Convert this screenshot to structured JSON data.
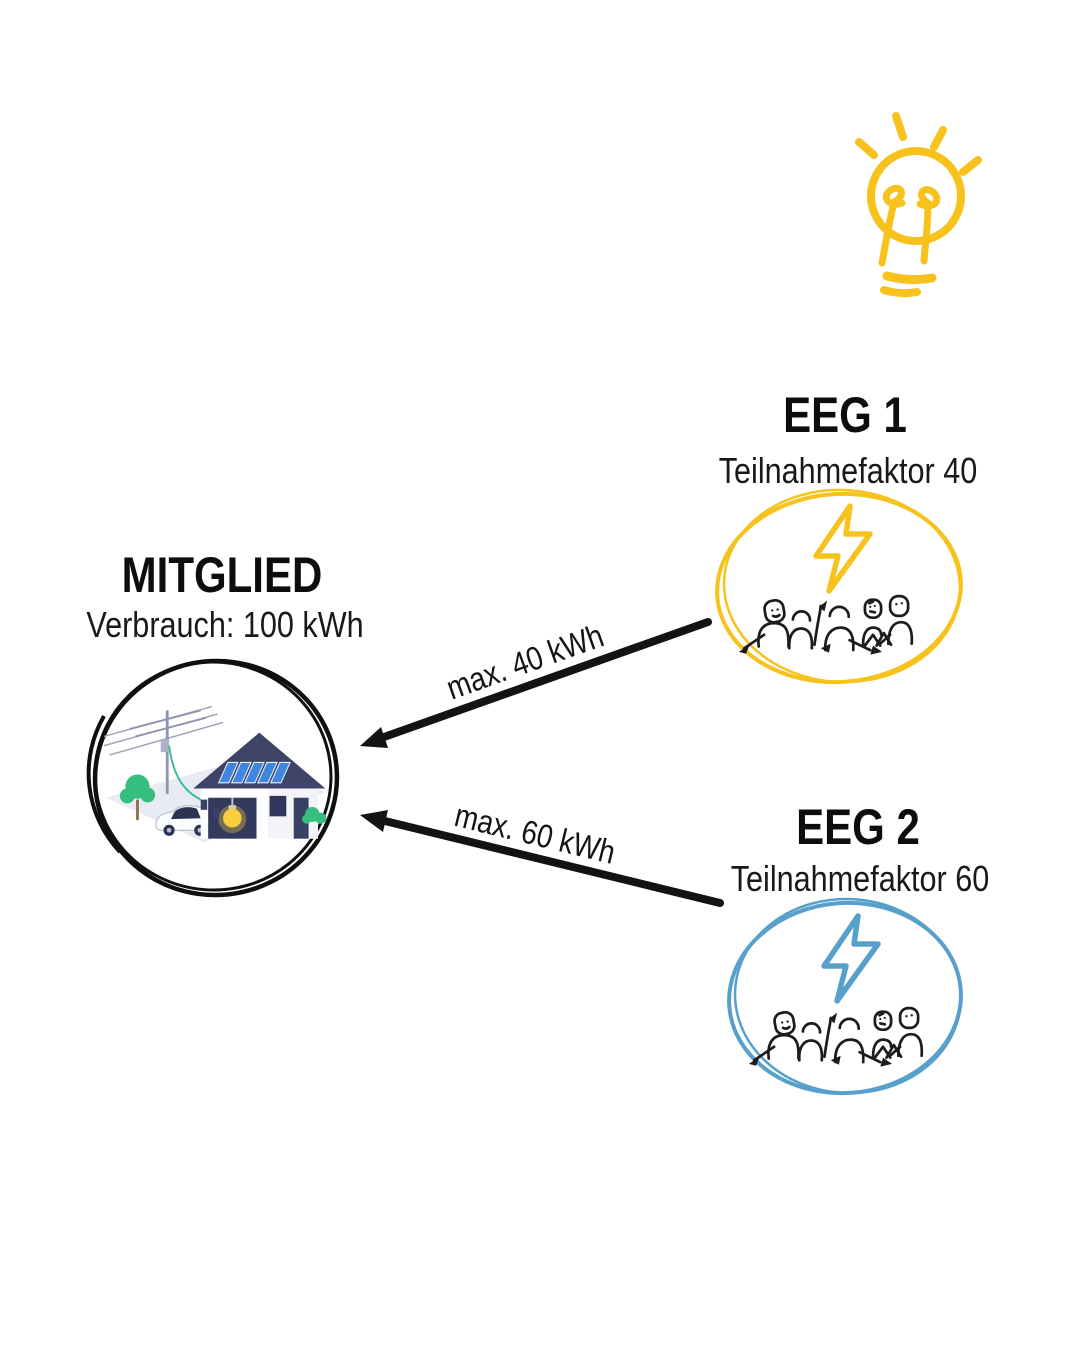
{
  "page": {
    "background": "#ffffff",
    "kind": "energy-community-infographic"
  },
  "colors": {
    "accent_yellow": "#F8C21D",
    "accent_blue": "#58A0CC",
    "ink": "#131313",
    "roof_navy": "#3E4467",
    "solar_blue": "#3F86E0",
    "tree_green": "#35BE7E",
    "cable_teal": "#2FBE8F",
    "bulb_glow": "#F7CE3F"
  },
  "icons": {
    "idea": "lightbulb-idea-sketch",
    "bolt": "lightning-bolt",
    "people": "community-people-sketch",
    "house": "house-solar-ev-grid-illustration"
  },
  "member": {
    "title": "MITGLIED",
    "subtitle": "Verbrauch: 100 kWh"
  },
  "eeg1": {
    "title": "EEG 1",
    "subtitle": "Teilnahmefaktor 40",
    "circle_color": "#F8C21D"
  },
  "eeg2": {
    "title": "EEG 2",
    "subtitle": "Teilnahmefaktor 60",
    "circle_color": "#58A0CC"
  },
  "flows": [
    {
      "label": "max. 40 kWh",
      "from": "EEG 1",
      "to": "MITGLIED"
    },
    {
      "label": "max. 60 kWh",
      "from": "EEG 2",
      "to": "MITGLIED"
    }
  ]
}
